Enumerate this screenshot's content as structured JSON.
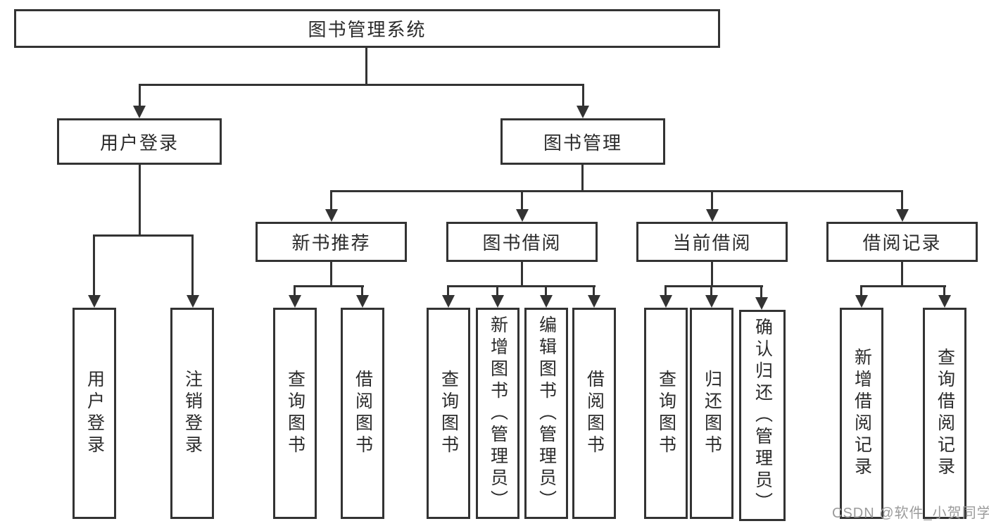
{
  "title": "图书管理系统",
  "level2": {
    "user_login": "用户登录",
    "book_mgmt": "图书管理"
  },
  "level3": {
    "new_book_rec": "新书推荐",
    "book_borrow": "图书借阅",
    "current_borrow": "当前借阅",
    "borrow_records": "借阅记录"
  },
  "leaves": {
    "user_login": {
      "login": "用户登录",
      "logout": "注销登录"
    },
    "new_book_rec": {
      "query": "查询图书",
      "borrow": "借阅图书"
    },
    "book_borrow": {
      "query": "查询图书",
      "add": "新增图书（管理员）",
      "edit": "编辑图书（管理员）",
      "borrow": "借阅图书"
    },
    "current_borrow": {
      "query": "查询图书",
      "return": "归还图书",
      "confirm": "确认归还（管理员）"
    },
    "borrow_records": {
      "add": "新增借阅记录",
      "query": "查询借阅记录"
    }
  },
  "watermark": "CSDN @软件_小贺同学",
  "colors": {
    "line": "#333333",
    "text": "#2b2b2b",
    "background": "#ffffff",
    "watermark": "#9b9b9b"
  }
}
